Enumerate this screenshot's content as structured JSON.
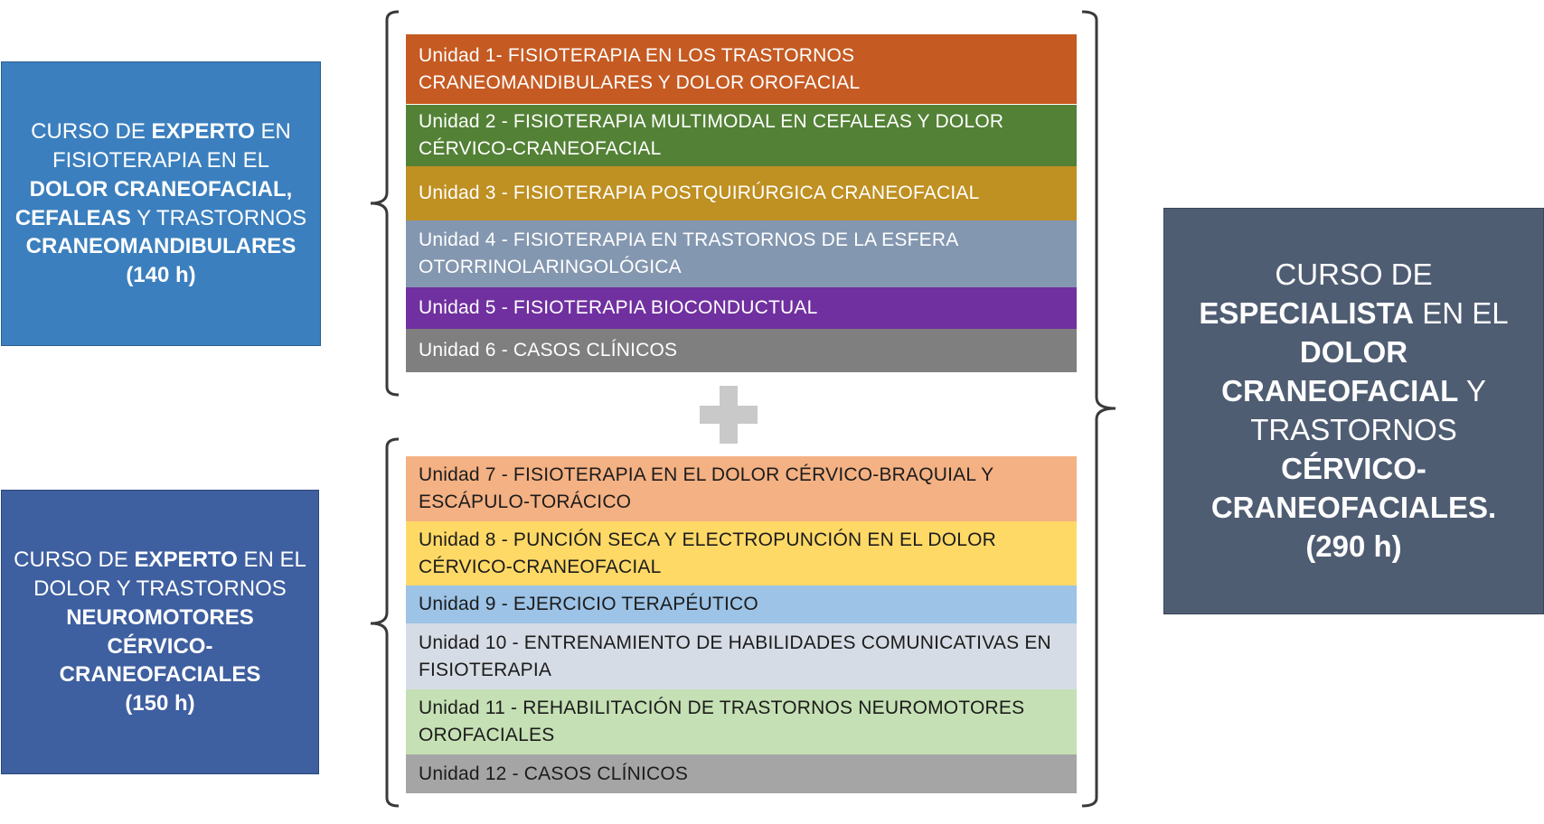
{
  "expert_course_1": {
    "parts": [
      {
        "text": "CURSO DE ",
        "bold": false
      },
      {
        "text": "EXPERTO",
        "bold": true
      },
      {
        "text": " EN FISIOTERAPIA EN EL ",
        "bold": false
      },
      {
        "text": "DOLOR CRANEOFACIAL, CEFALEAS",
        "bold": true
      },
      {
        "text": " Y TRASTORNOS ",
        "bold": false
      },
      {
        "text": "CRANEOMANDIBULARES",
        "bold": true
      },
      {
        "text": "\n(140 h)",
        "bold": true
      }
    ]
  },
  "expert_course_2": {
    "parts": [
      {
        "text": "CURSO DE ",
        "bold": false
      },
      {
        "text": "EXPERTO",
        "bold": true
      },
      {
        "text": " EN EL DOLOR Y TRASTORNOS ",
        "bold": false
      },
      {
        "text": "NEUROMOTORES CÉRVICO-CRANEOFACIALES",
        "bold": true
      },
      {
        "text": "\n(150 h)",
        "bold": true
      }
    ]
  },
  "specialist_course": {
    "parts": [
      {
        "text": "CURSO DE ",
        "bold": false
      },
      {
        "text": "ESPECIALISTA",
        "bold": true
      },
      {
        "text": " EN EL ",
        "bold": false
      },
      {
        "text": "DOLOR CRANEOFACIAL",
        "bold": true
      },
      {
        "text": " Y TRASTORNOS ",
        "bold": false
      },
      {
        "text": "CÉRVICO-CRANEOFACIALES.",
        "bold": true
      },
      {
        "text": "\n(290 h)",
        "bold": true
      }
    ]
  },
  "plus_symbol": "plus-icon",
  "units": [
    {
      "label": "Unidad 1- FISIOTERAPIA EN LOS TRASTORNOS CRANEOMANDIBULARES Y DOLOR OROFACIAL",
      "color": "#c55a22",
      "text_color": "light"
    },
    {
      "label": "Unidad 2 - FISIOTERAPIA MULTIMODAL EN CEFALEAS Y DOLOR CÉRVICO-CRANEOFACIAL",
      "color": "#538135",
      "text_color": "light"
    },
    {
      "label": "Unidad 3 - FISIOTERAPIA POSTQUIRÚRGICA CRANEOFACIAL",
      "color": "#bf9022",
      "text_color": "light"
    },
    {
      "label": "Unidad 4 - FISIOTERAPIA EN TRASTORNOS DE LA ESFERA OTORRINOLARINGOLÓGICA",
      "color": "#8497b0",
      "text_color": "light"
    },
    {
      "label": "Unidad 5 - FISIOTERAPIA BIOCONDUCTUAL",
      "color": "#7030a0",
      "text_color": "light"
    },
    {
      "label": "Unidad 6 - CASOS CLÍNICOS",
      "color": "#7f7f7f",
      "text_color": "light"
    },
    {
      "label": "Unidad 7 - FISIOTERAPIA EN EL DOLOR CÉRVICO-BRAQUIAL Y ESCÁPULO-TORÁCICO",
      "color": "#f4b183",
      "text_color": "dark"
    },
    {
      "label": "Unidad 8 - PUNCIÓN SECA Y ELECTROPUNCIÓN EN EL DOLOR CÉRVICO-CRANEOFACIAL",
      "color": "#ffd966",
      "text_color": "dark"
    },
    {
      "label": "Unidad 9 - EJERCICIO TERAPÉUTICO",
      "color": "#9dc3e6",
      "text_color": "dark"
    },
    {
      "label": "Unidad 10 - ENTRENAMIENTO DE HABILIDADES COMUNICATIVAS EN FISIOTERAPIA",
      "color": "#d6dce5",
      "text_color": "dark"
    },
    {
      "label": "Unidad 11 - REHABILITACIÓN DE TRASTORNOS NEUROMOTORES OROFACIALES",
      "color": "#c5e0b4",
      "text_color": "dark"
    },
    {
      "label": "Unidad 12 - CASOS CLÍNICOS",
      "color": "#a5a5a5",
      "text_color": "dark"
    }
  ]
}
